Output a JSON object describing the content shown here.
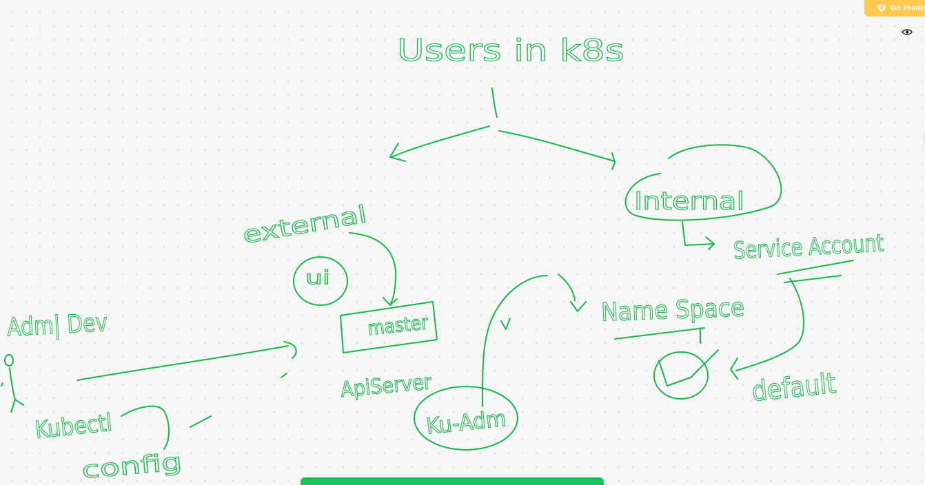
{
  "app": {
    "premium_label": "Go Premium",
    "premium_icon": "diamond-icon",
    "visibility_icon": "eye-icon",
    "ink_color": "#14b84a",
    "premium_color": "#ffc94d",
    "bar_color": "#1ac15c"
  },
  "sketch": {
    "title": "Users in k8s",
    "external": "external",
    "internal": "Internal",
    "ui": "ui",
    "master": "master",
    "apiserver": "ApiServer",
    "admin_dev": "Adm| Dev",
    "kubectl": "Kubectl",
    "config": "config",
    "service_account": "Service Account",
    "namespace": "Name Space",
    "default": "default",
    "kube_adm": "Ku-Adm"
  }
}
